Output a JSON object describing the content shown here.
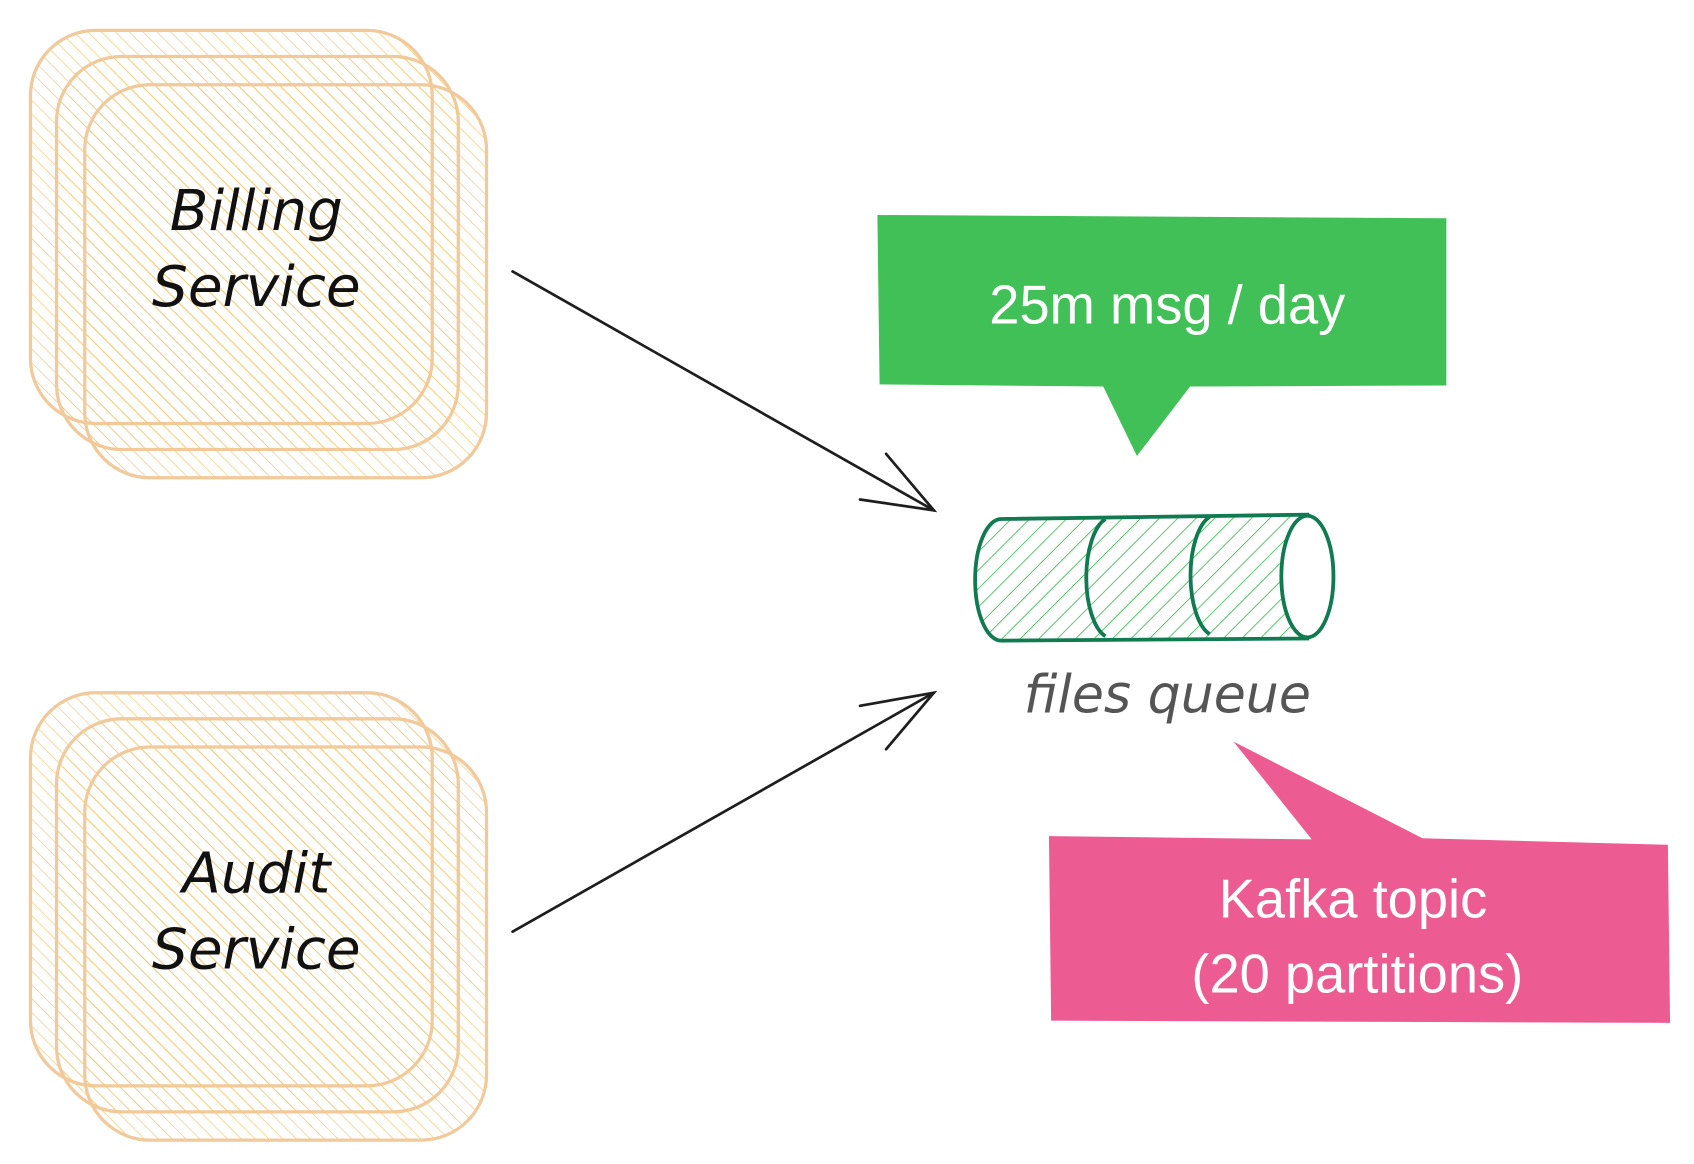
{
  "nodes": {
    "billing": {
      "line1": "Billing",
      "line2": "Service"
    },
    "audit": {
      "line1": "Audit",
      "line2": "Service"
    },
    "queue": {
      "label": "files queue"
    }
  },
  "callouts": {
    "throughput": {
      "text": "25m msg / day"
    },
    "kafka": {
      "line1": "Kafka topic",
      "line2": "(20 partitions)"
    }
  },
  "colors": {
    "service_stroke": "#f2c99a",
    "service_hatch": "#f5c97a",
    "queue_stroke": "#107a50",
    "queue_hatch": "#40c057",
    "green_callout": "#40c057",
    "pink_callout": "#ec5b91",
    "arrow": "#1e1e1e",
    "label_gray": "#555555"
  }
}
